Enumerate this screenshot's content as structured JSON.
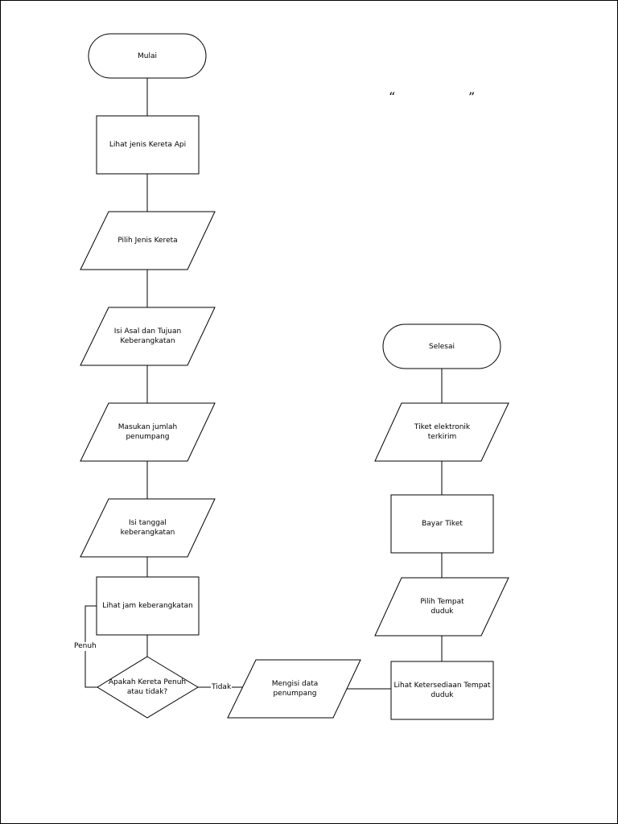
{
  "diagram": {
    "nodes": {
      "mulai": "Mulai",
      "lihat_jenis": "Lihat jenis Kereta Api",
      "pilih_jenis": "Pilih Jenis Kereta",
      "isi_asal": "Isi Asal dan Tujuan\nKeberangkatan",
      "masukan_jumlah": "Masukan jumlah\npenumpang",
      "isi_tanggal": "Isi tanggal\nkeberangkatan",
      "lihat_jam": "Lihat jam keberangkatan",
      "apakah_penuh": "Apakah Kereta Penuh\natau tidak?",
      "mengisi_data": "Mengisi data\npenumpang",
      "lihat_ketersediaan": "Lihat Ketersediaan Tempat\nduduk",
      "pilih_tempat": "Pilih Tempat\nduduk",
      "bayar_tiket": "Bayar Tiket",
      "tiket_elektronik": "Tiket elektronik\nterkirim",
      "selesai": "Selesai"
    },
    "edge_labels": {
      "penuh": "Penuh",
      "tidak": "Tidak"
    },
    "quotes": {
      "open": "“",
      "close": "”"
    }
  }
}
